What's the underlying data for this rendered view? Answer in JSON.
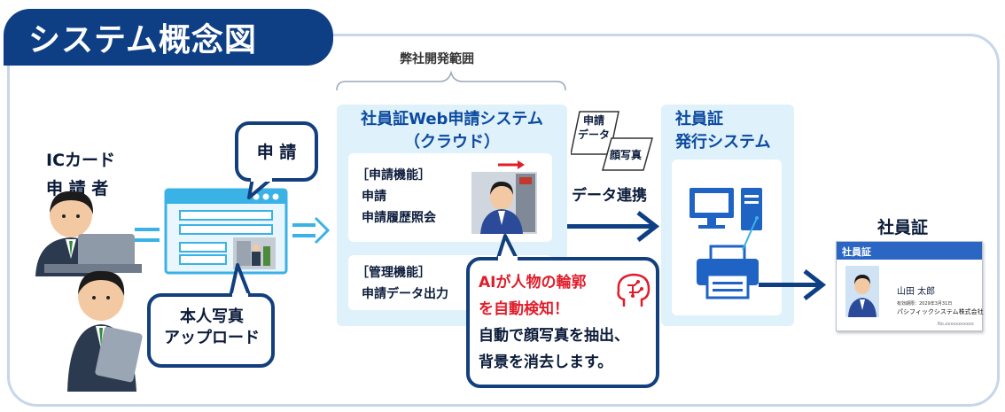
{
  "title": "システム概念図",
  "scope_label": "弊社開発範囲",
  "applicant": {
    "line1": "ICカード",
    "line2": "申 請 者"
  },
  "apply_bubble": "申 請",
  "upload_bubble": {
    "line1": "本人写真",
    "line2": "アップロード"
  },
  "web_system": {
    "title_line1": "社員証Web申請システム",
    "title_line2": "（クラウド）",
    "func1": {
      "header": "［申請機能］",
      "item1": "申請",
      "item2": "申請履歴照会"
    },
    "func2": {
      "header": "［管理機能］",
      "item1": "申請データ出力"
    }
  },
  "ai_callout": {
    "line1": "AIが人物の輪郭",
    "line2": "を自動検知！",
    "line3": "自動で顔写真を抽出、",
    "line4": "背景を消去します。"
  },
  "data_cards": {
    "card1_line1": "申請",
    "card1_line2": "データ",
    "card2": "顔写真"
  },
  "link_label": "データ連携",
  "issue_system": {
    "line1": "社員証",
    "line2": "発行システム"
  },
  "id_card": {
    "label": "社員証",
    "header": "社員証",
    "name": "山田 太郎",
    "valid": "有効期限：2029年3月31日",
    "company": "パシフィックシステム株式会社",
    "number": "No.xxxxxxxxxxx"
  },
  "colors": {
    "navy": "#0e3f85",
    "light_panel": "#dff1fb",
    "arrow": "#0e3f85",
    "accent_red": "#e11d2a",
    "cyan": "#3bb2e6"
  }
}
